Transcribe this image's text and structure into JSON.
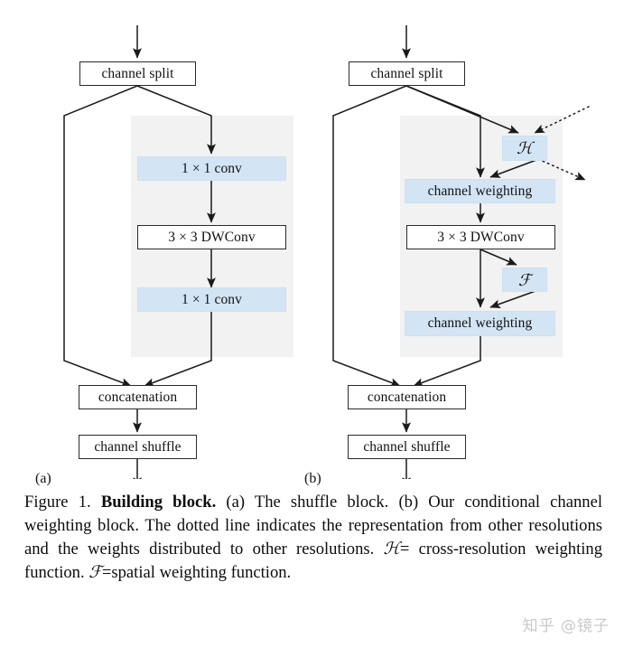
{
  "figure": {
    "panels": [
      {
        "id": "a",
        "label": "(a)",
        "nodes": {
          "split": "channel split",
          "conv1": "1 × 1 conv",
          "dwconv": "3 × 3 DWConv",
          "conv2": "1 × 1 conv",
          "concat": "concatenation",
          "shuffle": "channel shuffle"
        }
      },
      {
        "id": "b",
        "label": "(b)",
        "nodes": {
          "split": "channel split",
          "h_func": "ℋ",
          "weighting1": "channel weighting",
          "dwconv": "3 × 3 DWConv",
          "f_func": "ℱ",
          "weighting2": "channel weighting",
          "concat": "concatenation",
          "shuffle": "channel shuffle"
        }
      }
    ],
    "colors": {
      "blue_fill": "#d3e5f5",
      "blue_border": "#cfe0ef",
      "panel_fill": "#f2f2f2",
      "box_border": "#2b2b2b",
      "arrow": "#1a1a1a",
      "watermark": "#c9c9c9"
    }
  },
  "caption": {
    "prefix": "Figure 1.",
    "bold_title": "Building block.",
    "body_1": "(a) The shuffle block. (b) Our conditional channel weighting block. The dotted line indicates the representation from other resolutions and the weights distributed to other resolutions.",
    "h_symbol": "ℋ",
    "h_def": "= cross-resolution weighting function.",
    "f_symbol": "ℱ",
    "f_def": "=spatial weighting function."
  },
  "watermark": {
    "text": "知乎 @镜子"
  }
}
